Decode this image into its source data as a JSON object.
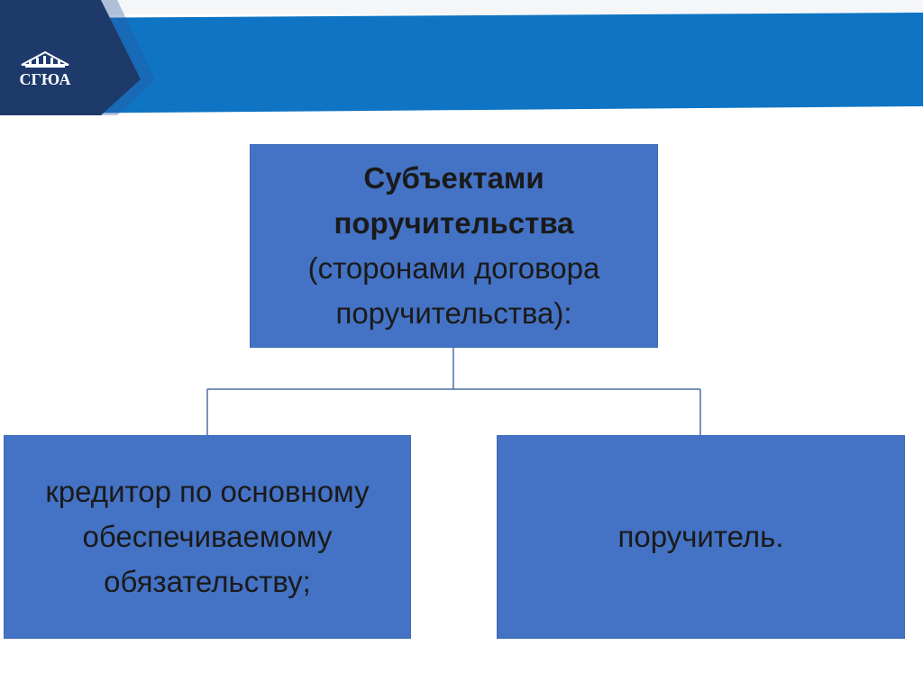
{
  "logo": {
    "text": "СГЮА"
  },
  "colors": {
    "banner_blue": "#0e74c3",
    "banner_navy": "#1d3a6b",
    "box_fill": "#4472c4",
    "connector": "#4a6fa5"
  },
  "diagram": {
    "top": {
      "bold_line_1": "Субъектами",
      "bold_line_2": "поручительства",
      "line_3": "(сторонами договора",
      "line_4": "поручительства):"
    },
    "left": {
      "text": "кредитор по основному обеспечиваемому обязательству;"
    },
    "right": {
      "text": "поручитель."
    }
  }
}
